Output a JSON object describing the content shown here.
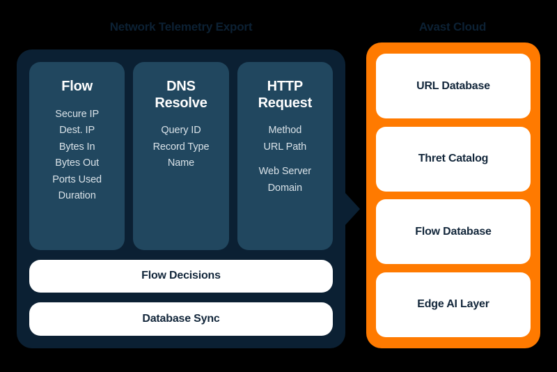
{
  "left_panel": {
    "title": "Network Telemetry Export",
    "accent_color": "#0b2033",
    "card_color": "#21475f",
    "cards": [
      {
        "title": "Flow",
        "fields": [
          "Secure IP",
          "Dest. IP",
          "Bytes In",
          "Bytes Out",
          "Ports Used",
          "Duration"
        ],
        "grouped_fields": []
      },
      {
        "title": "DNS\nResolve",
        "fields": [
          "Query ID",
          "Record Type",
          "Name"
        ],
        "grouped_fields": []
      },
      {
        "title": "HTTP\nRequest",
        "fields": [
          "Method",
          "URL Path"
        ],
        "grouped_fields": [
          "Web Server\nDomain"
        ]
      }
    ],
    "action_bars": [
      "Flow Decisions",
      "Database Sync"
    ]
  },
  "right_panel": {
    "title": "Avast Cloud",
    "accent_color": "#ff7a00",
    "cards": [
      "URL Database",
      "Thret Catalog",
      "Flow Database",
      "Edge AI Layer"
    ]
  },
  "connector": {
    "name": "flow-arrow",
    "direction": "right"
  }
}
